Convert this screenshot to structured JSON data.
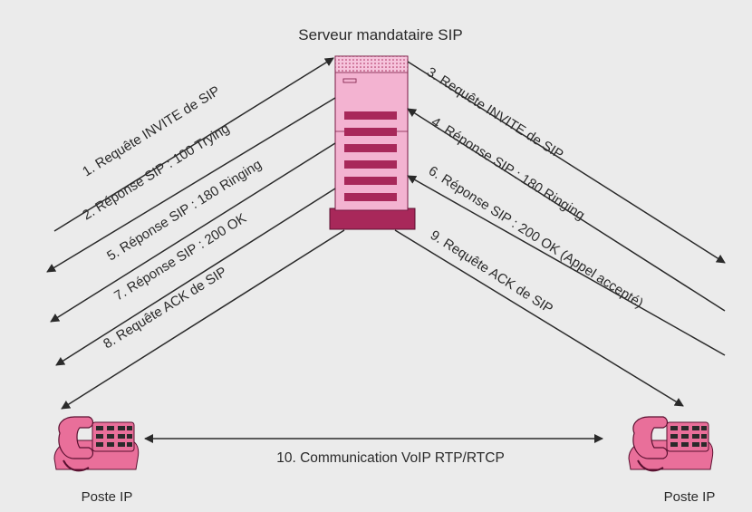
{
  "server": {
    "title": "Serveur mandataire SIP",
    "icon": "server-icon"
  },
  "phones": {
    "left": {
      "label": "Poste IP",
      "icon": "phone-icon"
    },
    "right": {
      "label": "Poste IP",
      "icon": "phone-icon"
    }
  },
  "messages": {
    "m1": "1. Requête INVITE de SIP",
    "m2": "2. Réponse SIP : 100 Trying",
    "m3": "3. Requête INVITE de SIP",
    "m4": "4. Réponse SIP : 180 Ringing",
    "m5": "5. Réponse SIP : 180 Ringing",
    "m6": "6. Réponse SIP : 200 OK (Appel accepté)",
    "m7": "7. Réponse SIP : 200 OK",
    "m8": "8. Requête ACK de SIP",
    "m9": "9. Requête ACK de SIP",
    "m10": "10. Communication VoIP RTP/RTCP"
  },
  "colors": {
    "background": "#ebebeb",
    "server_body": "#f3b3d1",
    "server_dark": "#a8285a",
    "phone_body": "#e96f9a",
    "line": "#2a2a2a"
  }
}
